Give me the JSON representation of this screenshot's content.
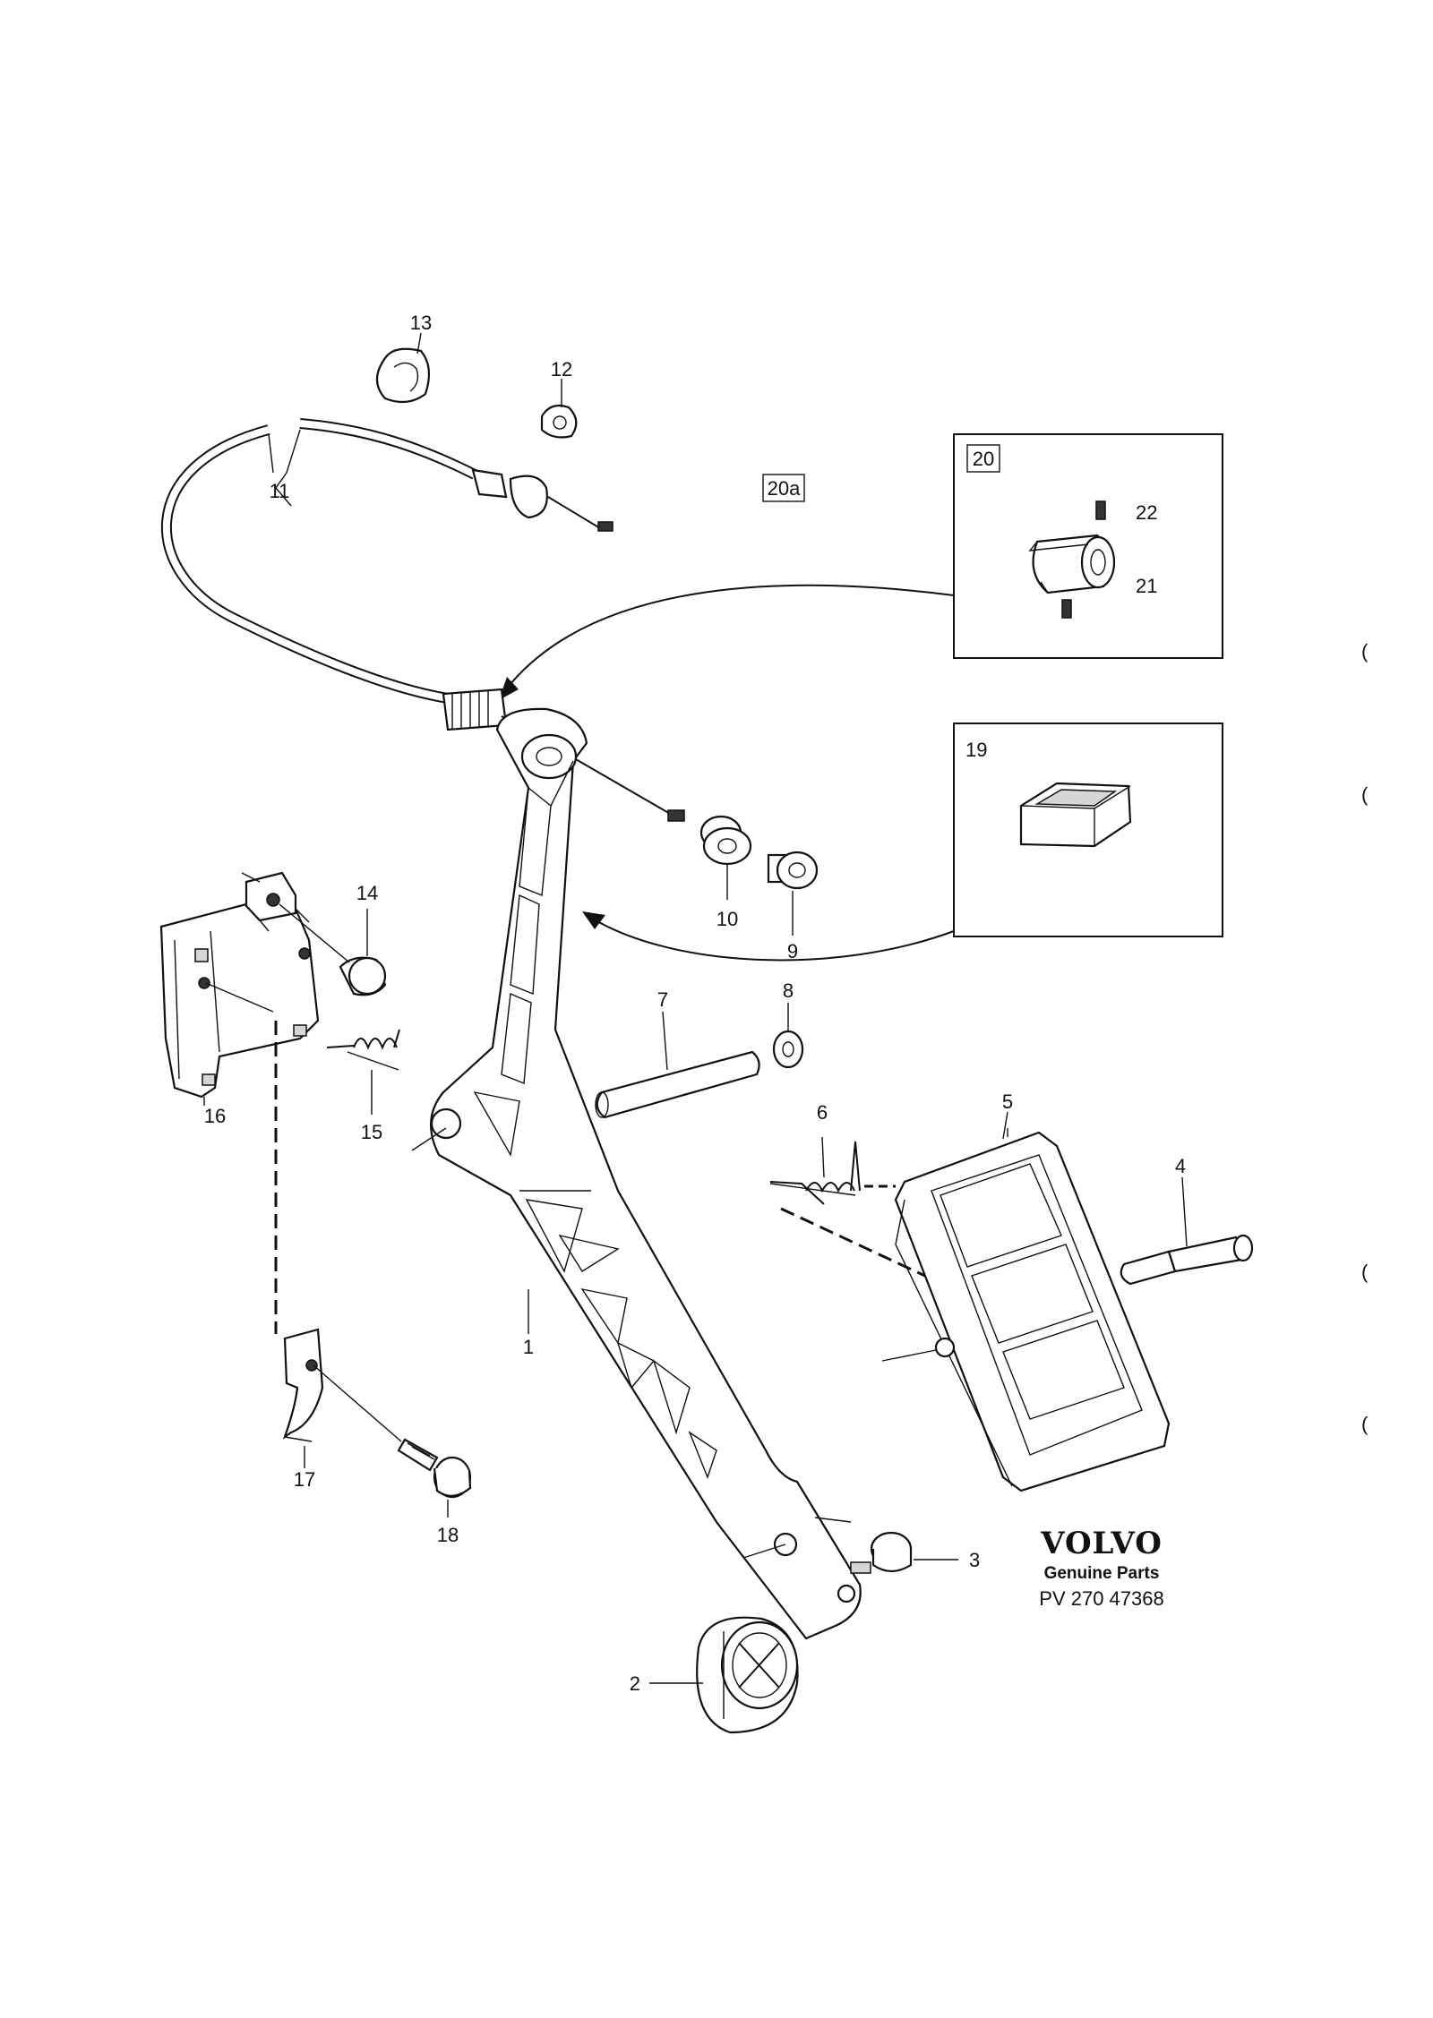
{
  "brand": {
    "name": "VOLVO",
    "subtitle": "Genuine Parts",
    "reference": "PV 270 47368"
  },
  "callouts": {
    "p1": "1",
    "p2": "2",
    "p3": "3",
    "p4": "4",
    "p5": "5",
    "p6": "6",
    "p7": "7",
    "p8": "8",
    "p9": "9",
    "p10": "10",
    "p11": "11",
    "p12": "12",
    "p13": "13",
    "p14": "14",
    "p15": "15",
    "p16": "16",
    "p17": "17",
    "p18": "18",
    "p19": "19",
    "p20": "20",
    "p20a": "20a",
    "p21": "21",
    "p22": "22"
  },
  "margin_marks": [
    "(",
    "(",
    "(",
    "("
  ]
}
